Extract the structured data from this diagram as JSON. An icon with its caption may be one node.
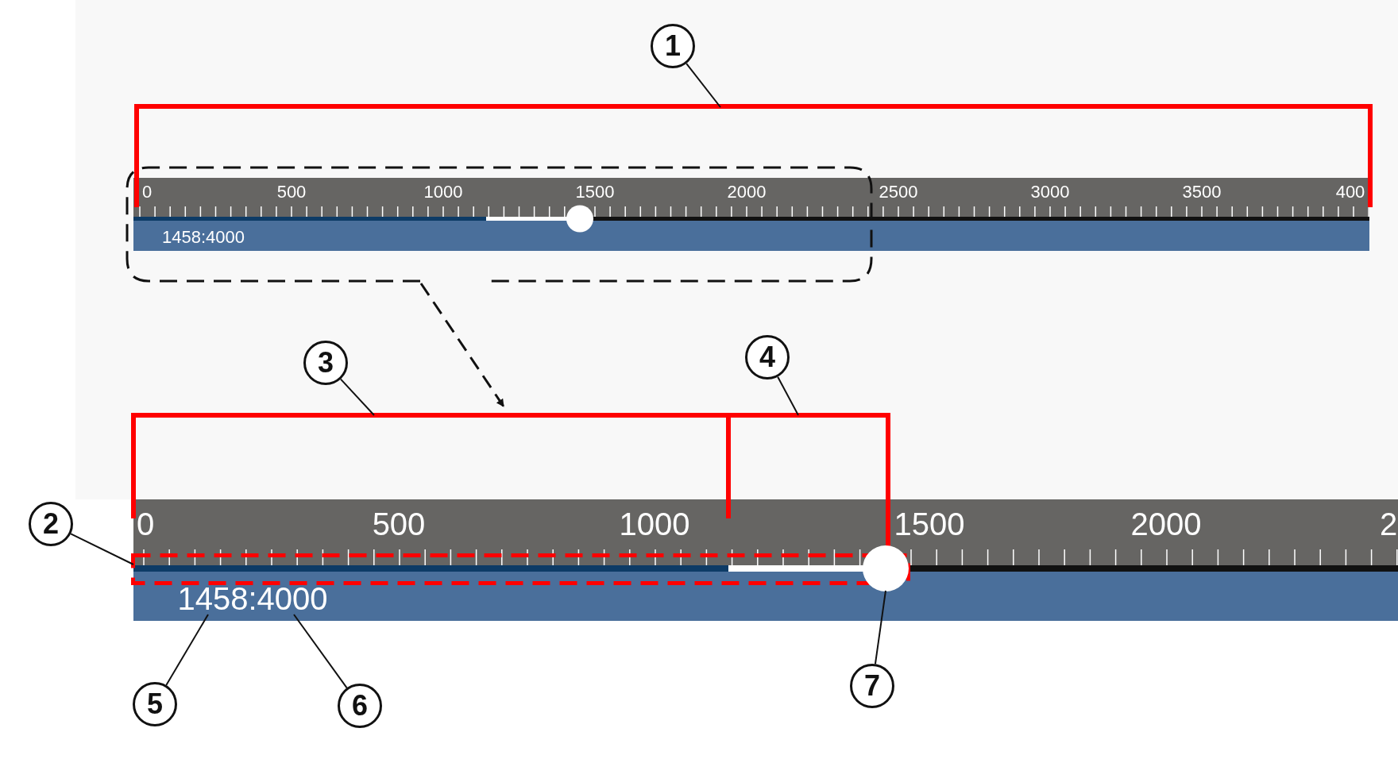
{
  "diagram": {
    "nodes": [
      {
        "text": [
          "1"
        ]
      },
      {
        "text": [],
        "shape": "bracket"
      },
      {
        "text": [],
        "shape": "box"
      },
      {
        "text": [
          "3"
        ]
      },
      {
        "text": [
          "4"
        ]
      },
      {
        "text": [],
        "shape": "bracket"
      },
      {
        "text": [],
        "shape": "bracket"
      },
      {
        "text": [
          "2"
        ]
      },
      {
        "text": [],
        "shape": "box"
      },
      {
        "text": [
          "5"
        ]
      },
      {
        "text": [
          "6"
        ]
      },
      {
        "text": [
          "7"
        ]
      },
      {
        "text": [],
        "shape": "circle"
      },
      {
        "text": [
          "1458:4000"
        ]
      }
    ],
    "edges": [
      {
        "from": 0,
        "to": 1,
        "arrow": "none"
      },
      {
        "from": 2,
        "to": 5,
        "arrow": "to",
        "style": "dashed"
      },
      {
        "from": 3,
        "to": 5,
        "arrow": "none"
      },
      {
        "from": 4,
        "to": 6,
        "arrow": "none"
      },
      {
        "from": 7,
        "to": 8,
        "arrow": "none"
      },
      {
        "from": 9,
        "to": 13,
        "arrow": "none"
      },
      {
        "from": 10,
        "to": 13,
        "arrow": "none"
      },
      {
        "from": 11,
        "to": 12,
        "arrow": "none"
      }
    ],
    "labels": [
      "0",
      "500",
      "1000",
      "1500",
      "2000",
      "2500",
      "3000",
      "3500",
      "400",
      "1458:4000",
      "0",
      "500",
      "1000",
      "1500",
      "2000",
      "2"
    ]
  }
}
